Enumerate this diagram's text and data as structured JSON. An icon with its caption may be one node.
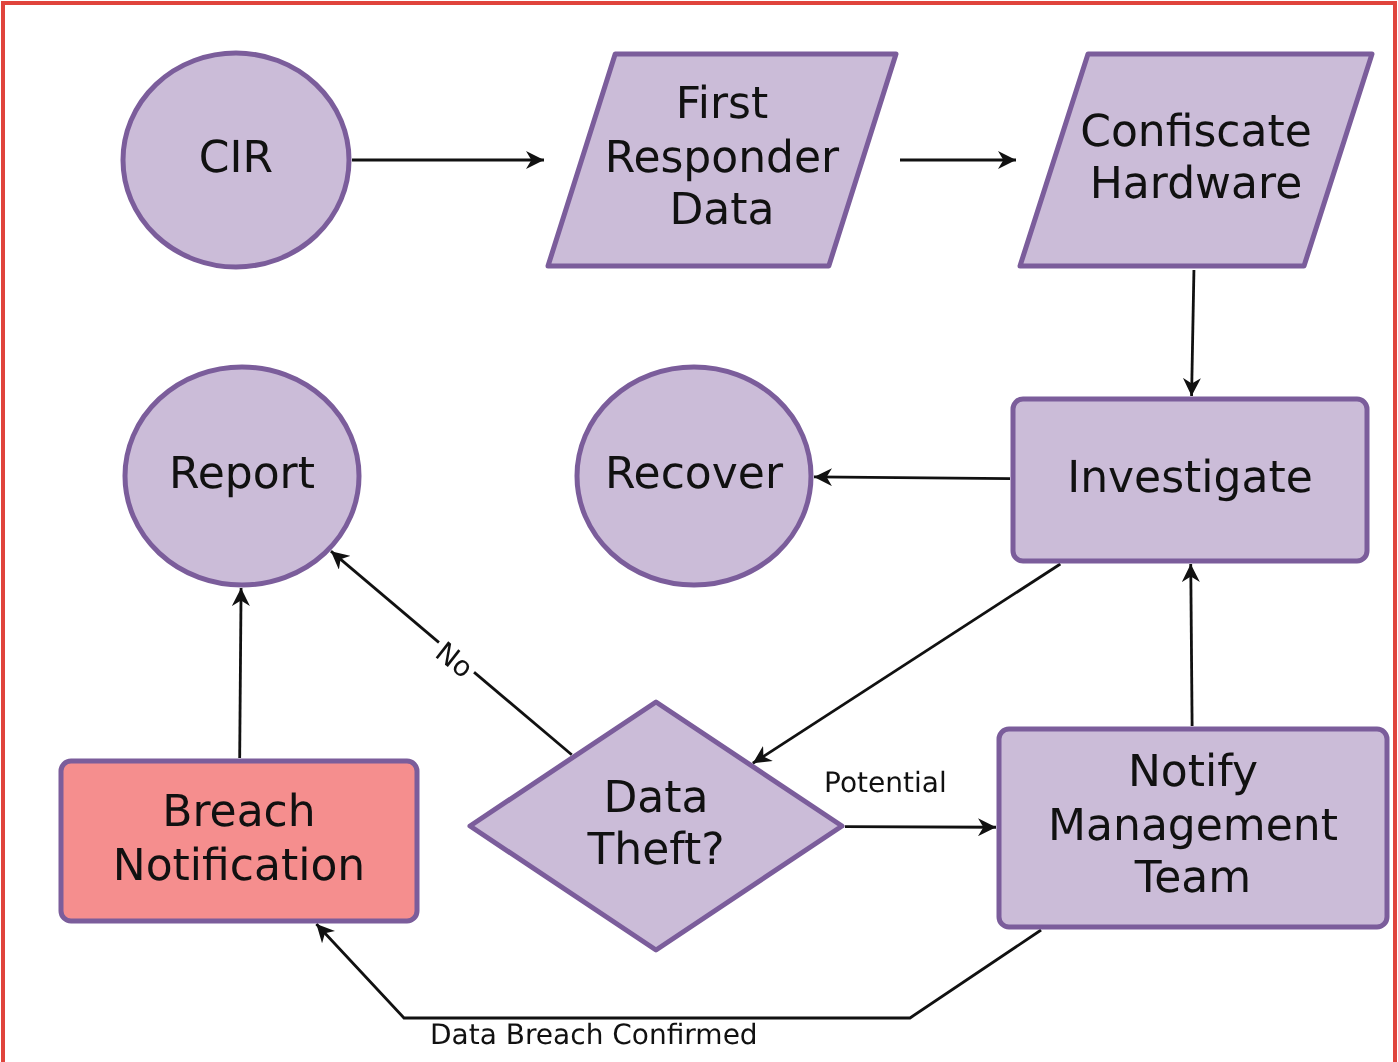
{
  "diagram": {
    "nodes": [
      {
        "text": [
          "CIR"
        ]
      },
      {
        "text": [
          "First Responder Data"
        ]
      },
      {
        "text": [
          "Confiscate Hardware"
        ]
      },
      {
        "text": [
          "Report"
        ]
      },
      {
        "text": [
          "Recover"
        ]
      },
      {
        "text": [
          "Investigate"
        ]
      },
      {
        "text": [
          "Breach Notification"
        ]
      },
      {
        "text": [
          "Data Theft?"
        ]
      },
      {
        "text": [
          "Notify Management Team"
        ]
      }
    ],
    "edges": [
      {
        "from": 0,
        "to": 1,
        "arrow": "to"
      },
      {
        "from": 1,
        "to": 2,
        "arrow": "to"
      },
      {
        "from": 2,
        "to": 5,
        "arrow": "to"
      },
      {
        "from": 5,
        "to": 4,
        "arrow": "to"
      },
      {
        "from": 5,
        "to": 7,
        "arrow": "to"
      },
      {
        "from": 7,
        "to": 3,
        "label": "No",
        "arrow": "to"
      },
      {
        "from": 7,
        "to": 8,
        "label": "Potential",
        "arrow": "to"
      },
      {
        "from": 8,
        "to": 5,
        "arrow": "to"
      },
      {
        "from": 6,
        "to": 3,
        "arrow": "to"
      },
      {
        "from": 8,
        "to": 6,
        "label": "Data Breach Confirmed",
        "arrow": "to"
      }
    ]
  }
}
